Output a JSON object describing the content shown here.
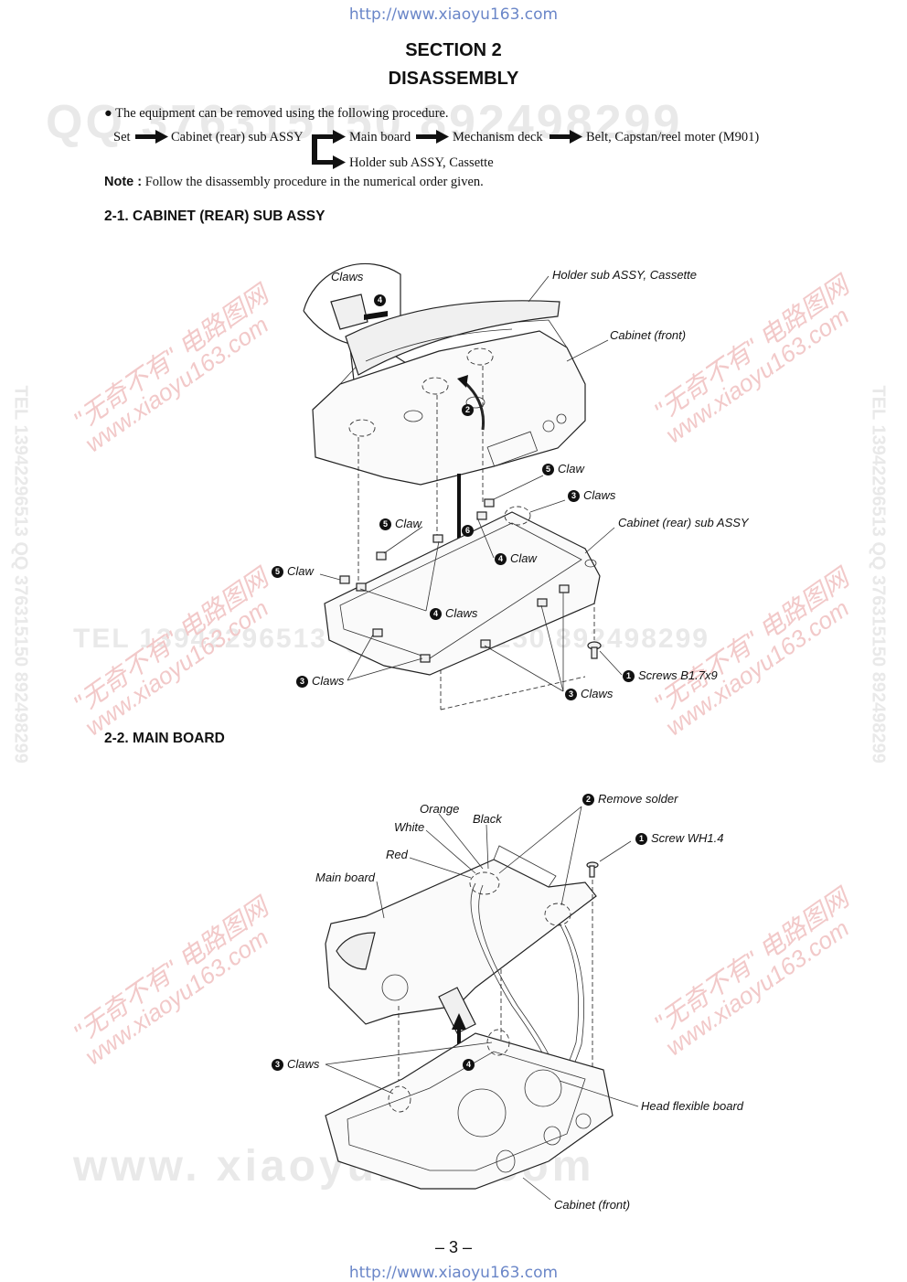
{
  "header_url": "http://www.xiaoyu163.com",
  "footer_url": "http://www.xiaoyu163.com",
  "section": {
    "line1": "SECTION 2",
    "line2": "DISASSEMBLY"
  },
  "intro": "The equipment can be removed using the following procedure.",
  "flow": {
    "set": "Set",
    "cabinet_rear": "Cabinet (rear) sub ASSY",
    "main_board": "Main board",
    "mechanism_deck": "Mechanism deck",
    "belt": "Belt, Capstan/reel moter (M901)",
    "holder": "Holder sub ASSY, Cassette"
  },
  "note": {
    "label": "Note :",
    "text": "Follow the disassembly procedure in the numerical order given."
  },
  "section_2_1": {
    "heading": "2-1. CABINET (REAR) SUB ASSY",
    "labels": {
      "claws_top": "Claws",
      "step4_top": "4",
      "holder": "Holder sub ASSY, Cassette",
      "cabinet_front": "Cabinet (front)",
      "step2": "2",
      "claw5_a": "Claw",
      "claws3_a": "Claws",
      "claw5_b": "Claw",
      "cabinet_rear": "Cabinet (rear) sub ASSY",
      "step6": "6",
      "claw4": "Claw",
      "claw5_c": "Claw",
      "claws4": "Claws",
      "screws": "Screws B1.7x9",
      "claws3_b": "Claws",
      "claws3_c": "Claws"
    }
  },
  "section_2_2": {
    "heading": "2-2. MAIN BOARD",
    "labels": {
      "orange": "Orange",
      "black": "Black",
      "white": "White",
      "red": "Red",
      "main_board": "Main board",
      "remove_solder": "Remove solder",
      "screw": "Screw WH1.4",
      "claws": "Claws",
      "step4": "4",
      "head_flex": "Head flexible board",
      "cabinet_front": "Cabinet (front)"
    }
  },
  "page_number": "– 3 –",
  "watermarks": {
    "qq": "QQ 376315150  892498299",
    "tel_row": "TEL 13942296513  QQ 376315150  892498299",
    "xiaoyu_big": "www. xiaoyu163. com",
    "side": "TEL 13942296513  QQ 376315150  892498299",
    "cn_stamp": "\"无奇不有\" 电路图网",
    "cn_url": "www.xiaoyu163.com"
  }
}
